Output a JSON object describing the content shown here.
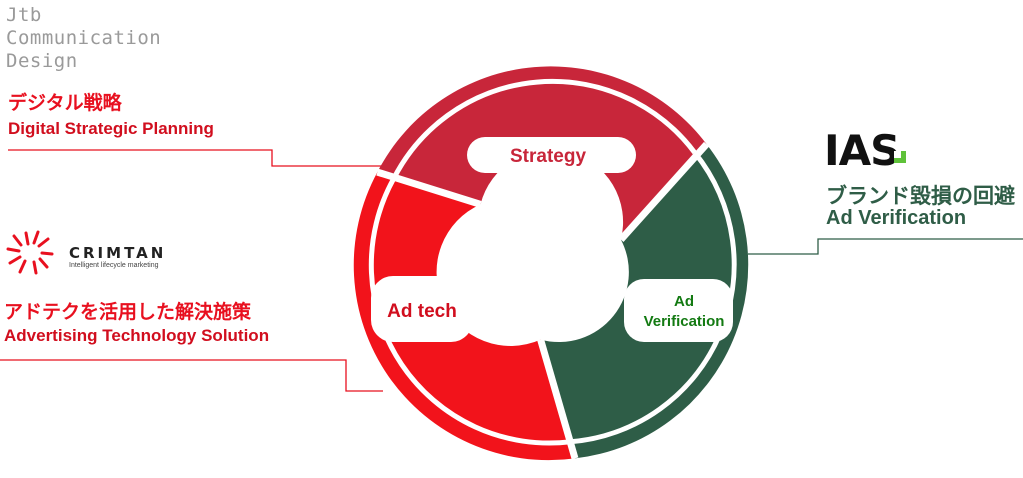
{
  "brand": {
    "line1": "Jtb",
    "line2": "Communication",
    "line3": "Design"
  },
  "strategy_block": {
    "jp": "デジタル戦略",
    "en": "Digital Strategic Planning"
  },
  "adtech_block": {
    "logo_name": "CRIMTAN",
    "logo_tagline": "Intelligent lifecycle marketing",
    "jp": "アドテクを活用した解決施策",
    "en": "Advertising Technology  Solution"
  },
  "verification_block": {
    "logo_name": "IAS",
    "jp": "ブランド毀損の回避",
    "en": "Ad Verification"
  },
  "wheel": {
    "segments": [
      {
        "label": "Strategy",
        "color": "#c8263a"
      },
      {
        "label": "Ad tech",
        "color": "#f2131b"
      },
      {
        "label_line1": "Ad",
        "label_line2": "Verification",
        "color": "#2e5d47"
      }
    ],
    "label_text_color_red": "#c8263a",
    "label_text_color_green": "#137a12"
  },
  "colors": {
    "leader_red": "#e8101f",
    "leader_green": "#2f5d47",
    "ias_accent": "#5fc23a"
  }
}
